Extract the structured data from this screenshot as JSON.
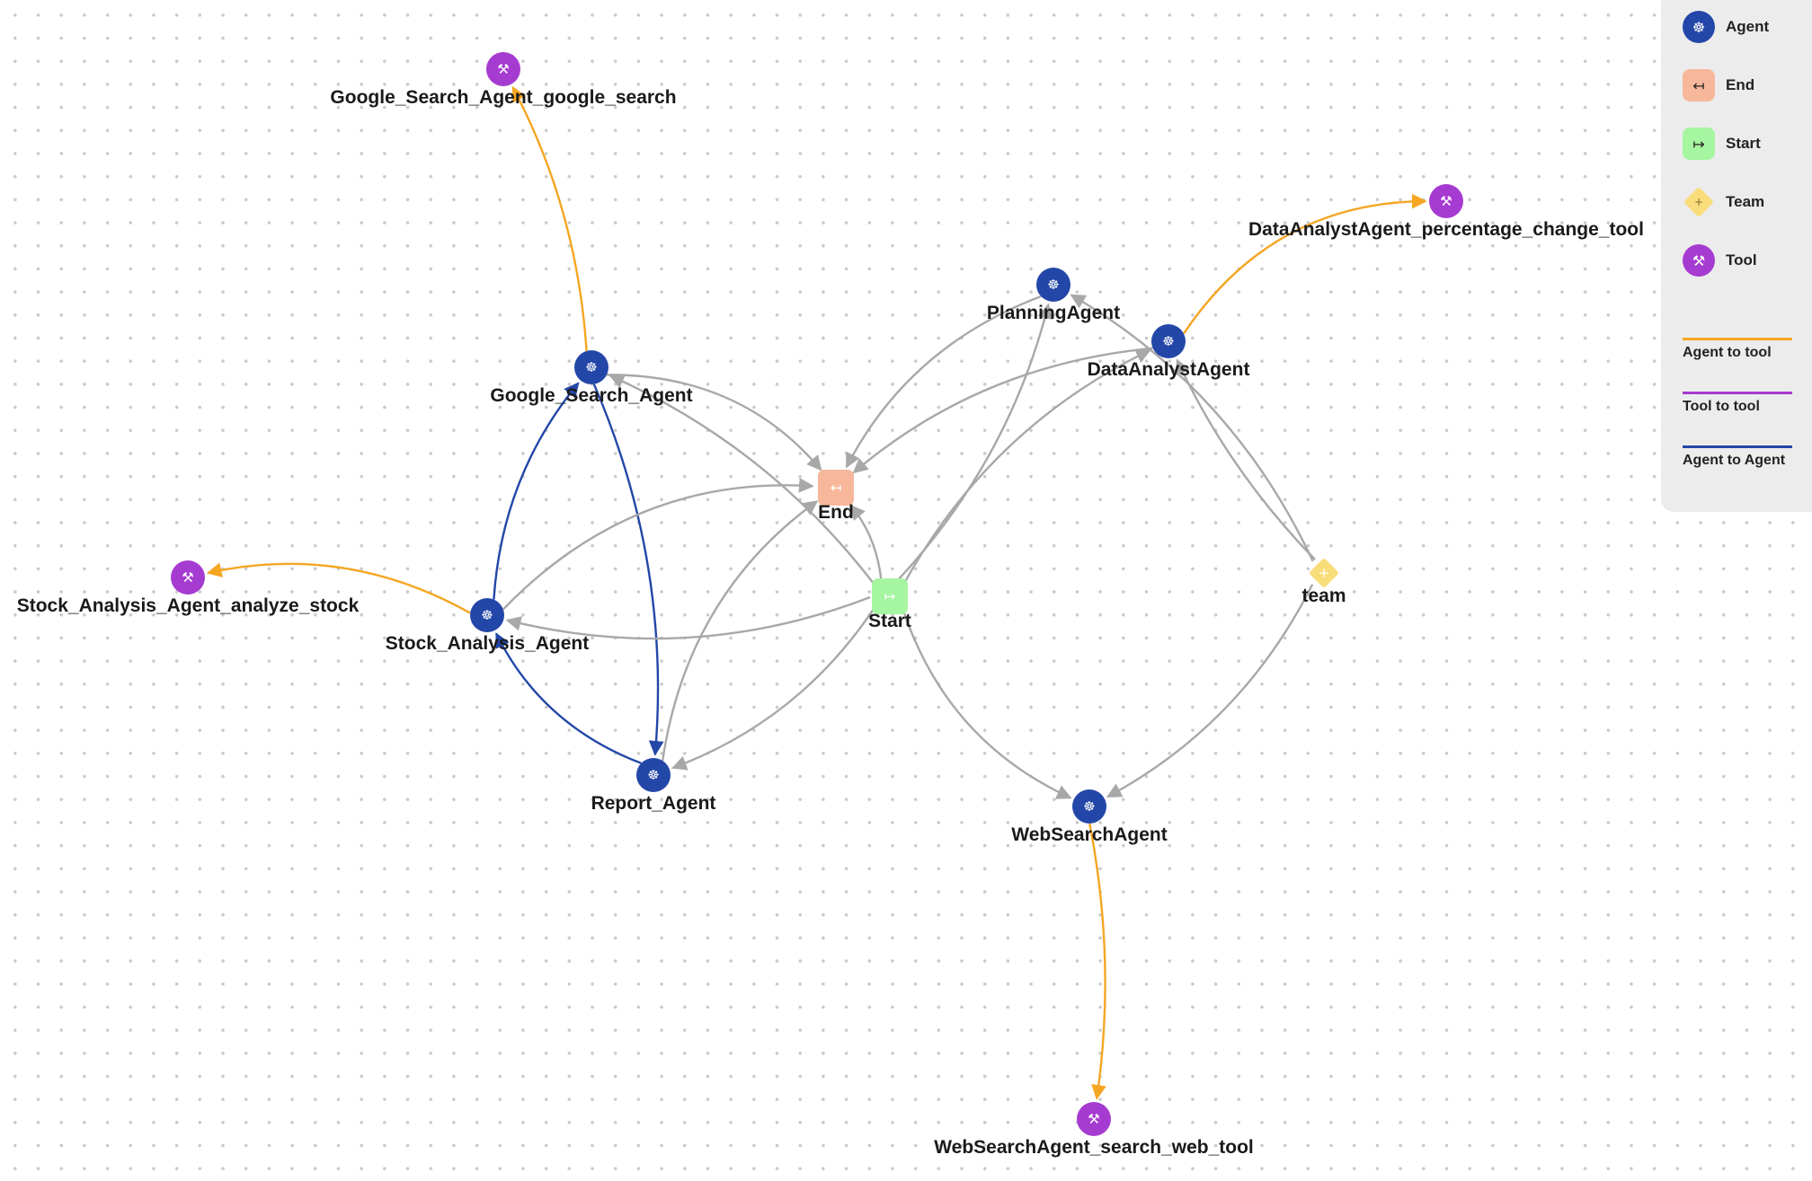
{
  "colors": {
    "agent": "#2347a8",
    "end": "#f7b79b",
    "start": "#a6f5a0",
    "team": "#f9dd7a",
    "tool": "#a63bd1",
    "agent_to_tool": "#f5a623",
    "tool_to_tool": "#a63bd1",
    "agent_to_agent": "#2347a8",
    "flow": "#a8a8a8"
  },
  "icons": {
    "agent": "brain-icon",
    "end": "arrow-left-bar-icon",
    "start": "arrow-right-bar-icon",
    "team": "team-diamond-icon",
    "tool": "wrench-icon"
  },
  "legend": {
    "node_types": [
      {
        "type": "agent",
        "label": "Agent"
      },
      {
        "type": "end",
        "label": "End"
      },
      {
        "type": "start",
        "label": "Start"
      },
      {
        "type": "team",
        "label": "Team"
      },
      {
        "type": "tool",
        "label": "Tool"
      }
    ],
    "edge_types": [
      {
        "type": "agent_to_tool",
        "label": "Agent to tool"
      },
      {
        "type": "tool_to_tool",
        "label": "Tool to tool"
      },
      {
        "type": "agent_to_agent",
        "label": "Agent to Agent"
      }
    ]
  },
  "nodes": [
    {
      "id": "google_tool",
      "type": "tool",
      "label": "Google_Search_Agent_google_search"
    },
    {
      "id": "dataanalyst_tool",
      "type": "tool",
      "label": "DataAnalystAgent_percentage_change_tool"
    },
    {
      "id": "planning",
      "type": "agent",
      "label": "PlanningAgent"
    },
    {
      "id": "dataanalyst",
      "type": "agent",
      "label": "DataAnalystAgent"
    },
    {
      "id": "google",
      "type": "agent",
      "label": "Google_Search_Agent"
    },
    {
      "id": "end",
      "type": "end",
      "label": "End"
    },
    {
      "id": "stock_tool",
      "type": "tool",
      "label": "Stock_Analysis_Agent_analyze_stock"
    },
    {
      "id": "stock",
      "type": "agent",
      "label": "Stock_Analysis_Agent"
    },
    {
      "id": "start",
      "type": "start",
      "label": "Start"
    },
    {
      "id": "team",
      "type": "team",
      "label": "team"
    },
    {
      "id": "report",
      "type": "agent",
      "label": "Report_Agent"
    },
    {
      "id": "websearch",
      "type": "agent",
      "label": "WebSearchAgent"
    },
    {
      "id": "websearch_tool",
      "type": "tool",
      "label": "WebSearchAgent_search_web_tool"
    }
  ],
  "edges": [
    {
      "from": "google",
      "to": "google_tool",
      "kind": "agent_to_tool"
    },
    {
      "from": "dataanalyst",
      "to": "dataanalyst_tool",
      "kind": "agent_to_tool"
    },
    {
      "from": "stock",
      "to": "stock_tool",
      "kind": "agent_to_tool"
    },
    {
      "from": "websearch",
      "to": "websearch_tool",
      "kind": "agent_to_tool"
    },
    {
      "from": "google",
      "to": "report",
      "kind": "agent_to_agent"
    },
    {
      "from": "stock",
      "to": "google",
      "kind": "agent_to_agent"
    },
    {
      "from": "report",
      "to": "stock",
      "kind": "agent_to_agent"
    },
    {
      "from": "google",
      "to": "end",
      "kind": "flow"
    },
    {
      "from": "planning",
      "to": "end",
      "kind": "flow"
    },
    {
      "from": "dataanalyst",
      "to": "end",
      "kind": "flow"
    },
    {
      "from": "stock",
      "to": "end",
      "kind": "flow"
    },
    {
      "from": "report",
      "to": "end",
      "kind": "flow"
    },
    {
      "from": "start",
      "to": "end",
      "kind": "flow"
    },
    {
      "from": "start",
      "to": "google",
      "kind": "flow"
    },
    {
      "from": "start",
      "to": "stock",
      "kind": "flow"
    },
    {
      "from": "start",
      "to": "report",
      "kind": "flow"
    },
    {
      "from": "start",
      "to": "planning",
      "kind": "flow"
    },
    {
      "from": "start",
      "to": "dataanalyst",
      "kind": "flow"
    },
    {
      "from": "start",
      "to": "websearch",
      "kind": "flow"
    },
    {
      "from": "team",
      "to": "planning",
      "kind": "flow"
    },
    {
      "from": "team",
      "to": "dataanalyst",
      "kind": "flow"
    },
    {
      "from": "team",
      "to": "websearch",
      "kind": "flow"
    }
  ]
}
